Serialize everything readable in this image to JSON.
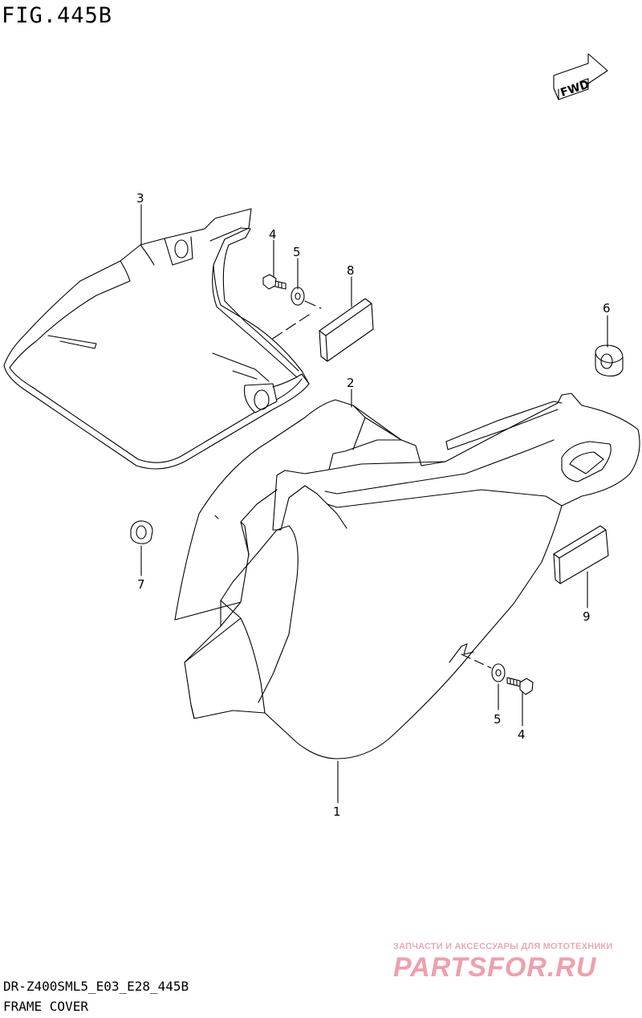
{
  "figure": {
    "title": "FIG.445B"
  },
  "fwd_badge": {
    "label": "FWD"
  },
  "callouts": [
    {
      "id": "callout-1",
      "number": "1"
    },
    {
      "id": "callout-2",
      "number": "2"
    },
    {
      "id": "callout-3",
      "number": "3"
    },
    {
      "id": "callout-4-upper",
      "number": "4"
    },
    {
      "id": "callout-5-upper",
      "number": "5"
    },
    {
      "id": "callout-6",
      "number": "6"
    },
    {
      "id": "callout-7",
      "number": "7"
    },
    {
      "id": "callout-8",
      "number": "8"
    },
    {
      "id": "callout-9",
      "number": "9"
    },
    {
      "id": "callout-5-lower",
      "number": "5"
    },
    {
      "id": "callout-4-lower",
      "number": "4"
    }
  ],
  "footer": {
    "model_code": "DR-Z400SML5_E03_E28_445B",
    "section_name": "FRAME COVER"
  },
  "watermark": {
    "tagline": "ЗАПЧАСТИ И АКСЕССУАРЫ ДЛЯ МОТОТЕХНИКИ",
    "brand": "PARTSFOR.RU"
  }
}
